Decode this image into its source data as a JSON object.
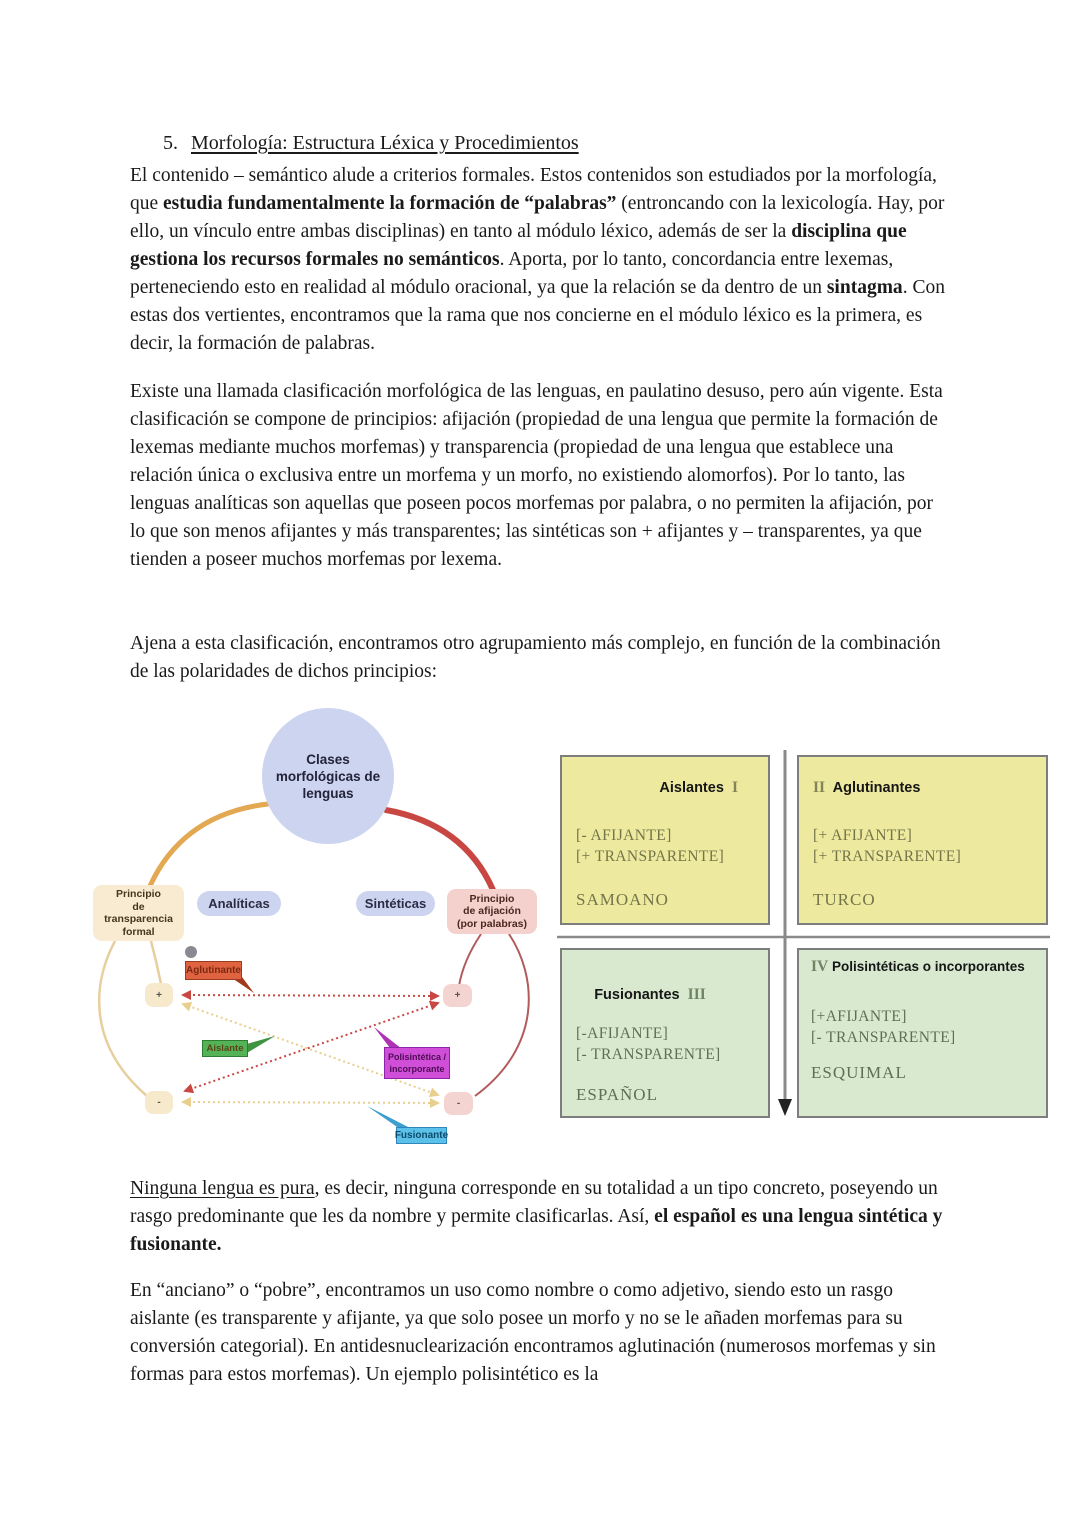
{
  "document": {
    "heading": {
      "number": "5.",
      "title": "Morfología: Estructura Léxica y Procedimientos"
    },
    "paragraphs": [
      {
        "segments": [
          {
            "text": "El contenido – semántico alude a criterios formales. Estos contenidos son estudiados por la morfología, que "
          },
          {
            "text": "estudia fundamentalmente la formación de “palabras”",
            "bold": true
          },
          {
            "text": " (entroncando con la lexicología. Hay, por ello, un vínculo entre ambas disciplinas) en tanto al módulo léxico, además de ser la "
          },
          {
            "text": "disciplina que gestiona los recursos formales no semánticos",
            "bold": true
          },
          {
            "text": ". Aporta, por lo tanto, concordancia entre lexemas, perteneciendo esto en realidad al módulo oracional, ya que la relación se da dentro de un "
          },
          {
            "text": "sintagma",
            "bold": true
          },
          {
            "text": ". Con estas dos vertientes, encontramos que la rama que nos concierne en el módulo léxico es la primera, es decir, la formación de palabras."
          }
        ]
      },
      {
        "segments": [
          {
            "text": "Existe una llamada clasificación morfológica de las lenguas, en paulatino desuso, pero aún vigente. Esta clasificación se compone de principios: afijación (propiedad de una lengua que permite la formación de lexemas mediante muchos morfemas) y transparencia (propiedad de una lengua que establece una relación única o exclusiva entre un morfema y un morfo, no existiendo alomorfos). Por lo tanto, las lenguas analíticas son aquellas que poseen pocos morfemas por palabra, o no permiten la afijación, por lo que son menos afijantes y más transparentes; las sintéticas son + afijantes y – transparentes, ya que tienden a poseer muchos morfemas por lexema."
          }
        ]
      },
      {
        "segments": [
          {
            "text": "Ajena a esta clasificación, encontramos otro agrupamiento más complejo, en función de la combinación de las polaridades de dichos principios:"
          }
        ]
      },
      {
        "segments": [
          {
            "text": "Ninguna lengua es pura",
            "underline": true
          },
          {
            "text": ", es decir, ninguna corresponde en su totalidad a un tipo concreto, poseyendo un rasgo predominante que les da nombre y permite clasificarlas. Así, "
          },
          {
            "text": "el español es una lengua sintética y fusionante.",
            "bold": true
          }
        ]
      },
      {
        "segments": [
          {
            "text": "En “anciano” o “pobre”, encontramos un uso como nombre o como adjetivo, siendo esto un rasgo aislante (es transparente y afijante, ya que solo posee un morfo y no se le añaden morfemas para su conversión categorial). En antidesnuclearización encontramos aglutinación (numerosos morfemas y sin formas para estos morfemas). Un ejemplo polisintético es la"
          }
        ]
      }
    ]
  },
  "diagram": {
    "mindmap": {
      "root_lines": [
        "Clases morfológicas",
        "de lenguas"
      ],
      "left_principle_lines": [
        "Principio",
        "de",
        "transparencia",
        "formal"
      ],
      "right_principle_lines": [
        "Principio",
        "de afijación",
        "(por palabras)"
      ],
      "analytic_label": "Analíticas",
      "synthetic_label": "Sintéticas",
      "plus": "+",
      "minus": "-",
      "tags": {
        "aglutinante": "Aglutinante",
        "aislante": "Aislante",
        "polisintetica_lines": [
          "Polisintética /",
          "incorporante"
        ],
        "fusionante": "Fusionante"
      }
    },
    "quadrants": [
      {
        "numeral": "I",
        "name": "Aislantes",
        "features": [
          "[- AFIJANTE]",
          "[+ TRANSPARENTE]"
        ],
        "example": "SAMOANO"
      },
      {
        "numeral": "II",
        "name": "Aglutinantes",
        "features": [
          "[+ AFIJANTE]",
          "[+ TRANSPARENTE]"
        ],
        "example": "TURCO"
      },
      {
        "numeral": "III",
        "name": "Fusionantes",
        "features": [
          "[-AFIJANTE]",
          "[- TRANSPARENTE]"
        ],
        "example": "ESPAÑOL"
      },
      {
        "numeral": "IV",
        "name": "Polisintéticas o incorporantes",
        "features": [
          "[+AFIJANTE]",
          "[- TRANSPARENTE]"
        ],
        "example": "ESQUIMAL"
      }
    ],
    "colors": {
      "lavender_node": "#cdd4f0",
      "cream_box": "#f8ebd1",
      "pink_box": "#f4d1cc",
      "orange_arc": "#e3a852",
      "red_arc": "#c94743",
      "dotted_red": "#c94743",
      "dotted_yellow": "#e8cf8e",
      "tag_aglutinante": "#df6340",
      "tag_aislante": "#55b357",
      "tag_polisintetica": "#d14fd8",
      "tag_fusionante": "#5cc1e9",
      "quadrant_yellow": "#edea9f",
      "quadrant_green": "#d8e9d0"
    }
  }
}
